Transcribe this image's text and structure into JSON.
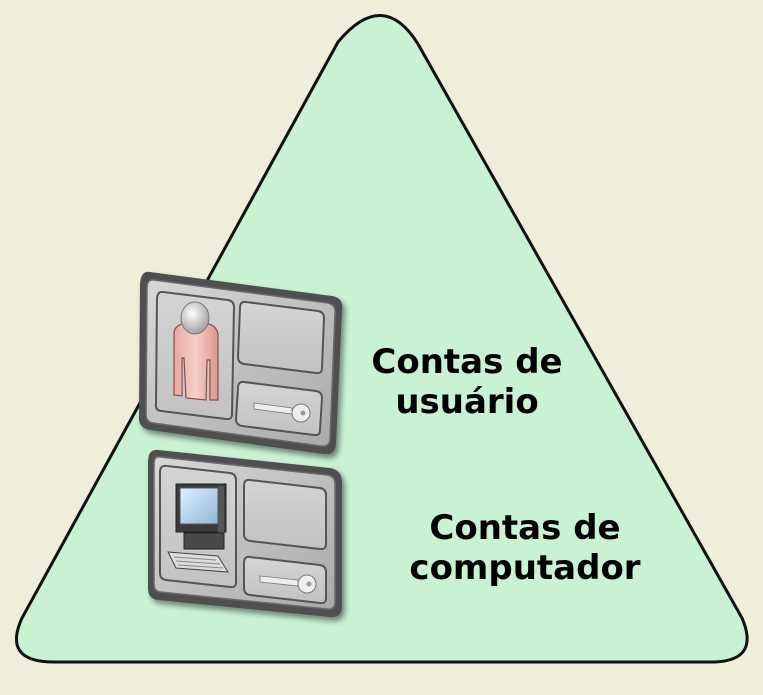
{
  "diagram": {
    "background_color": "#efeedb",
    "triangle_fill": "#c9f2d3",
    "accounts": [
      {
        "id": "user",
        "icon": "user-account-card-icon",
        "label_line1": "Contas de",
        "label_line2": "usuário"
      },
      {
        "id": "computer",
        "icon": "computer-account-card-icon",
        "label_line1": "Contas de",
        "label_line2": "computador"
      }
    ]
  }
}
